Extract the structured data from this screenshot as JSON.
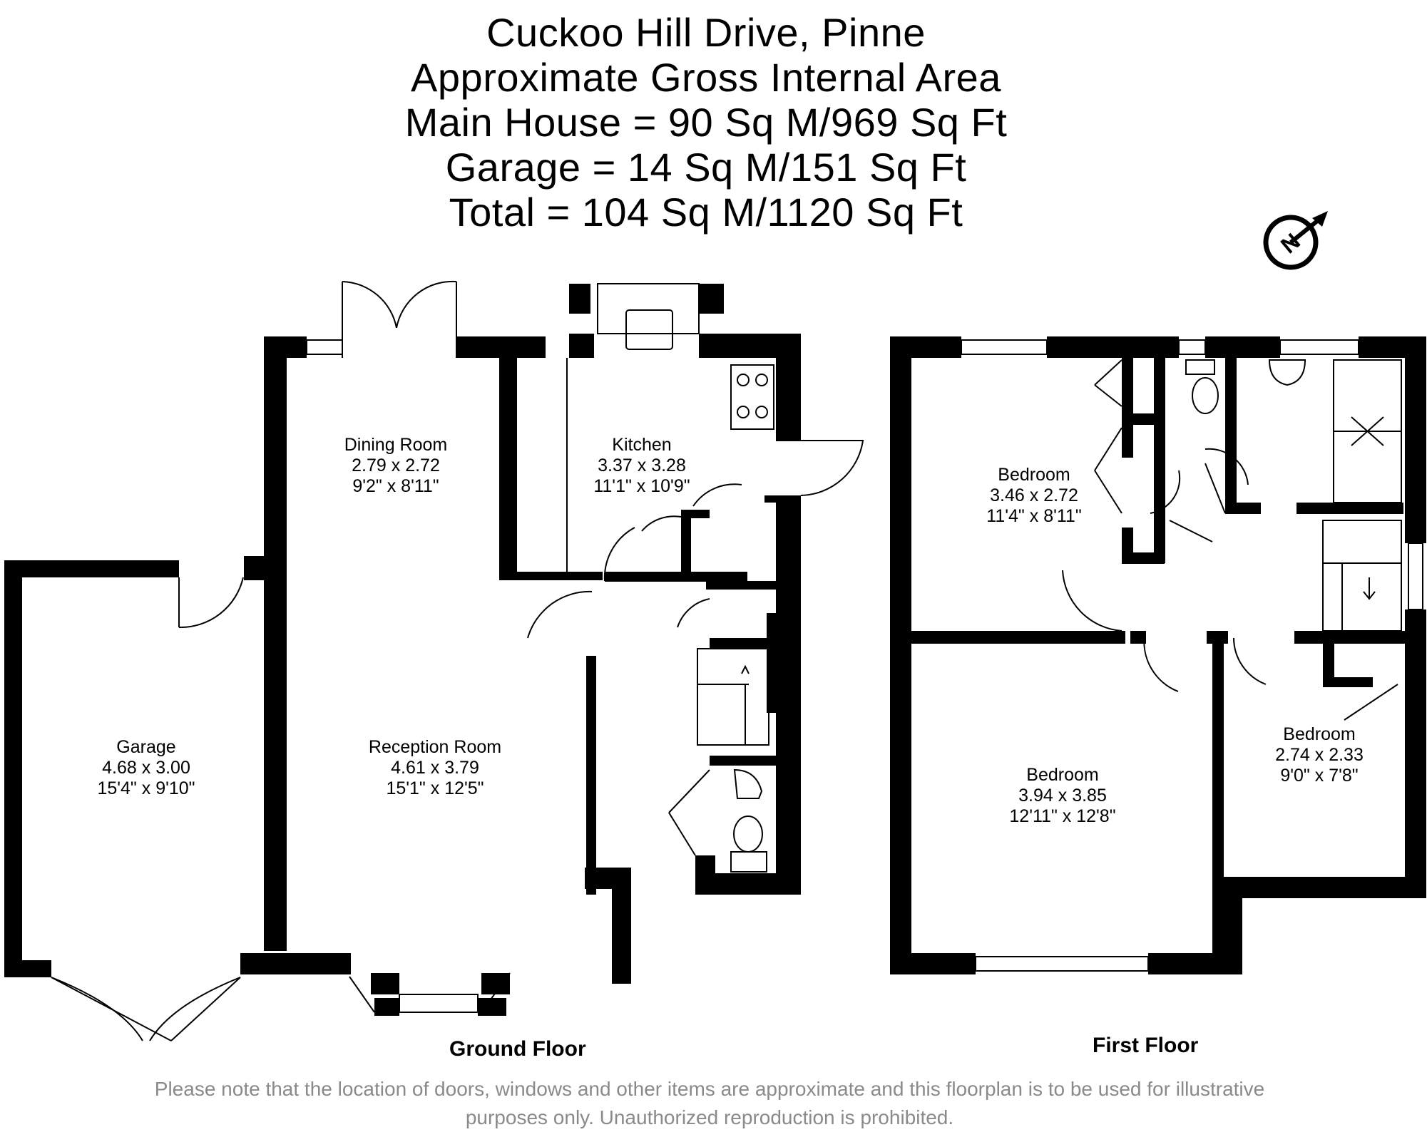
{
  "header": {
    "title": "Cuckoo Hill Drive, Pinne",
    "subtitle": "Approximate Gross Internal Area",
    "main_house": "Main House = 90 Sq M/969 Sq Ft",
    "garage": "Garage = 14 Sq M/151 Sq Ft",
    "total": "Total = 104 Sq M/1120 Sq Ft"
  },
  "compass": {
    "letter": "N",
    "icon": "north-arrow-icon"
  },
  "ground_floor": {
    "label": "Ground Floor",
    "rooms": [
      {
        "name": "Dining Room",
        "metric": "2.79 x 2.72",
        "imperial": "9'2\" x 8'11\""
      },
      {
        "name": "Kitchen",
        "metric": "3.37 x 3.28",
        "imperial": "11'1\" x 10'9\""
      },
      {
        "name": "Garage",
        "metric": "4.68 x 3.00",
        "imperial": "15'4\" x 9'10\""
      },
      {
        "name": "Reception Room",
        "metric": "4.61 x 3.79",
        "imperial": "15'1\" x 12'5\""
      }
    ]
  },
  "first_floor": {
    "label": "First Floor",
    "rooms": [
      {
        "name": "Bedroom",
        "metric": "3.46 x 2.72",
        "imperial": "11'4\" x 8'11\""
      },
      {
        "name": "Bedroom",
        "metric": "3.94 x 3.85",
        "imperial": "12'11\" x 12'8\""
      },
      {
        "name": "Bedroom",
        "metric": "2.74 x 2.33",
        "imperial": "9'0\" x 7'8\""
      }
    ]
  },
  "disclaimer": {
    "line1": "Please note that the location of doors, windows and other items are approximate and this floorplan is to be used for illustrative",
    "line2": "purposes only. Unauthorized reproduction is prohibited."
  },
  "colors": {
    "wall": "#000000",
    "text": "#000000",
    "disclaimer": "#8a8a8a",
    "background": "#ffffff"
  }
}
